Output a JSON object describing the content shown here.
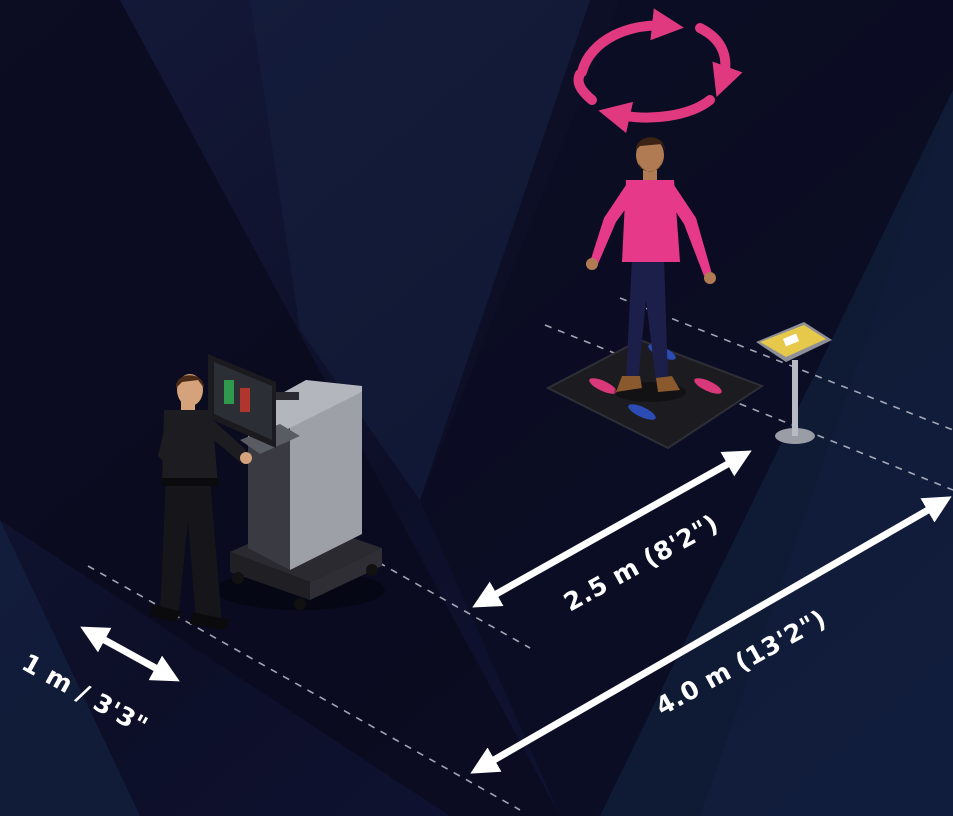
{
  "labels": {
    "operator_zone": "1 m / 3'3\"",
    "subject_distance": "2.5 m (8'2\")",
    "total_distance": "4.0 m (13'2\")"
  },
  "colors": {
    "background": "#0c0e24",
    "accent_rotation": "#e0397f",
    "shirt": "#e6398a",
    "arrow": "#ffffff",
    "dashed_line": "#c9cbd8",
    "mat": "#1c1c20",
    "tablet": "#e6c84a"
  },
  "icons": {
    "rotation": "rotate-arrows-icon",
    "arrows": "double-headed-arrow-icon"
  }
}
